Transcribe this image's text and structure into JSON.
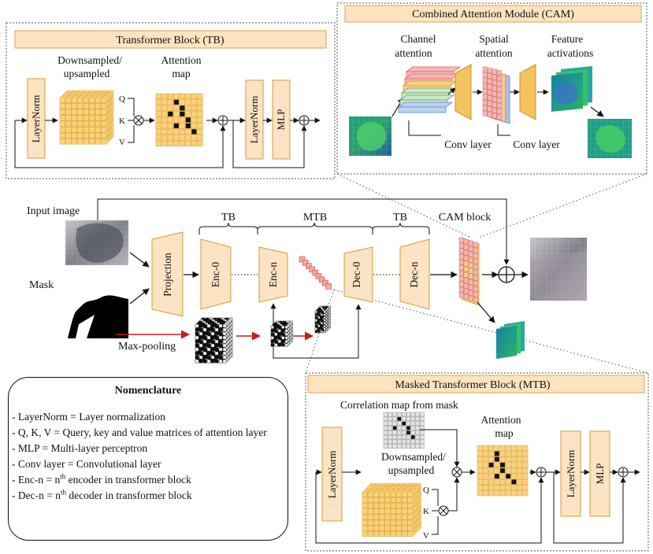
{
  "tb": {
    "header": "Transformer Block (TB)",
    "downsampled_label": [
      "Downsampled/",
      "upsampled"
    ],
    "attention_label": [
      "Attention",
      "map"
    ],
    "layernorm": "LayerNorm",
    "mlp": "MLP",
    "q": "Q",
    "k": "K",
    "v": "V"
  },
  "cam": {
    "header": "Combined Attention Module (CAM)",
    "channel_label": [
      "Channel",
      "attention"
    ],
    "spatial_label": [
      "Spatial",
      "attention"
    ],
    "feature_label": [
      "Feature",
      "activations"
    ],
    "conv1": "Conv layer",
    "conv2": "Conv layer"
  },
  "pipeline": {
    "input_image": "Input image",
    "mask": "Mask",
    "projection": "Projection",
    "enc0": "Enc-0",
    "encn": "Enc-n",
    "dec0": "Dec-0",
    "decn": "Dec-n",
    "tb_left": "TB",
    "mtb": "MTB",
    "tb_right": "TB",
    "cam_block": "CAM block",
    "max_pooling": "Max-pooling"
  },
  "nomenclature": {
    "title": "Nomenclature",
    "items": [
      {
        "text": "- LayerNorm = Layer normalization",
        "sup": "",
        "rest": ""
      },
      {
        "text": "- Q, K, V = Query, key and value matrices of attention layer",
        "sup": "",
        "rest": ""
      },
      {
        "text": "- MLP = Multi-layer perceptron",
        "sup": "",
        "rest": ""
      },
      {
        "text": "- Conv layer = Convolutional layer",
        "sup": "",
        "rest": ""
      },
      {
        "text": "- Enc-n = n",
        "sup": "th",
        "rest": " encoder in transformer block"
      },
      {
        "text": "- Dec-n = n",
        "sup": "th",
        "rest": " decoder in transformer block"
      }
    ]
  },
  "mtb": {
    "header": "Masked Transformer Block (MTB)",
    "correlation": "Correlation map from mask",
    "downsampled_label": [
      "Downsampled/",
      "upsampled"
    ],
    "attention_label": [
      "Attention",
      "map"
    ],
    "layernorm": "LayerNorm",
    "mlp": "MLP",
    "q": "Q",
    "k": "K",
    "v": "V"
  }
}
